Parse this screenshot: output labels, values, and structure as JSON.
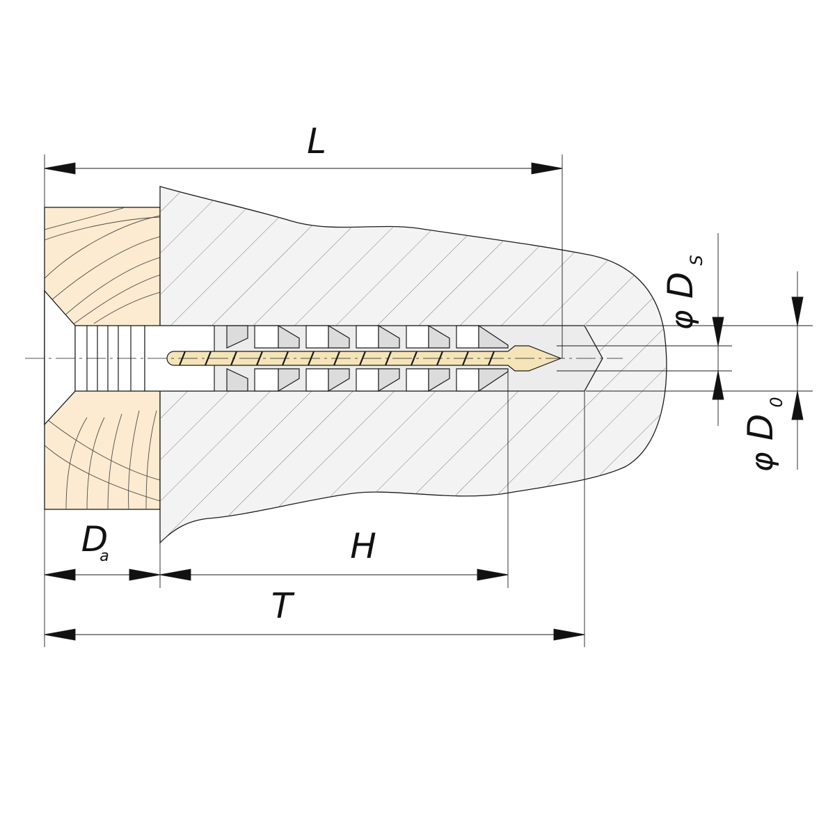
{
  "dimensions": {
    "L": "L",
    "T": "T",
    "H": "H",
    "Da_main": "D",
    "Da_sub": "a",
    "phi_symbol": "φ",
    "Ds_main": "D",
    "Ds_sub": "S",
    "D0_main": "D",
    "D0_sub": "0"
  },
  "colors": {
    "wood": "#fcebd0",
    "concrete": "#f3f3f3",
    "screw": "#f5e4b8",
    "line": "#1a1a1a"
  }
}
